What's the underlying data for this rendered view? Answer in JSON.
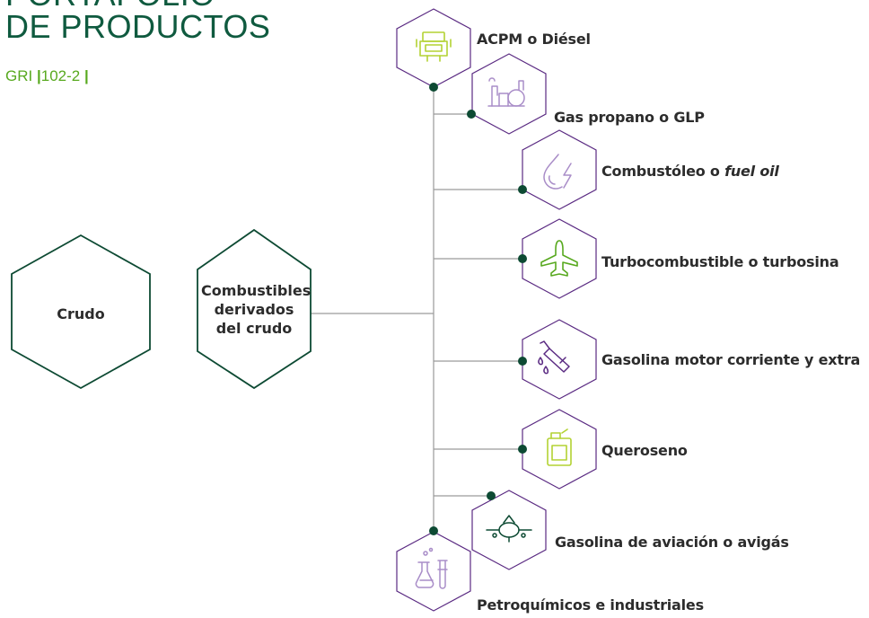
{
  "title": {
    "line1": "PORTAFOLIO",
    "line2": "DE PRODUCTOS"
  },
  "gri": {
    "text": "GRI",
    "code": "102-2"
  },
  "colors": {
    "title": "#0f5a3f",
    "gri": "#58a91f",
    "hex_border": "#5a2a82",
    "hex_border_main": "#0d4a33",
    "node": "#0d4a33",
    "line": "#9a9a9a",
    "icon_green": "#b3d233",
    "icon_purple": "#a98dc8"
  },
  "nodes": {
    "crudo": "Crudo",
    "derivados": [
      "Combustibles",
      "derivados",
      "del crudo"
    ]
  },
  "products": [
    {
      "label": "ACPM o Diésel",
      "icon": "truck-icon"
    },
    {
      "label": "Gas propano o GLP",
      "icon": "refinery-icon"
    },
    {
      "label_main": "Combustóleo o ",
      "label_italic": "fuel oil",
      "icon": "flame-drop-icon"
    },
    {
      "label": "Turbocombustible o turbosina",
      "icon": "plane-icon"
    },
    {
      "label": "Gasolina motor corriente y extra",
      "icon": "fuel-nozzle-icon"
    },
    {
      "label": "Queroseno",
      "icon": "jerrycan-icon"
    },
    {
      "label": "Gasolina de aviación o avigás",
      "icon": "propeller-plane-icon"
    },
    {
      "label": "Petroquímicos e industriales",
      "icon": "flasks-icon"
    }
  ]
}
